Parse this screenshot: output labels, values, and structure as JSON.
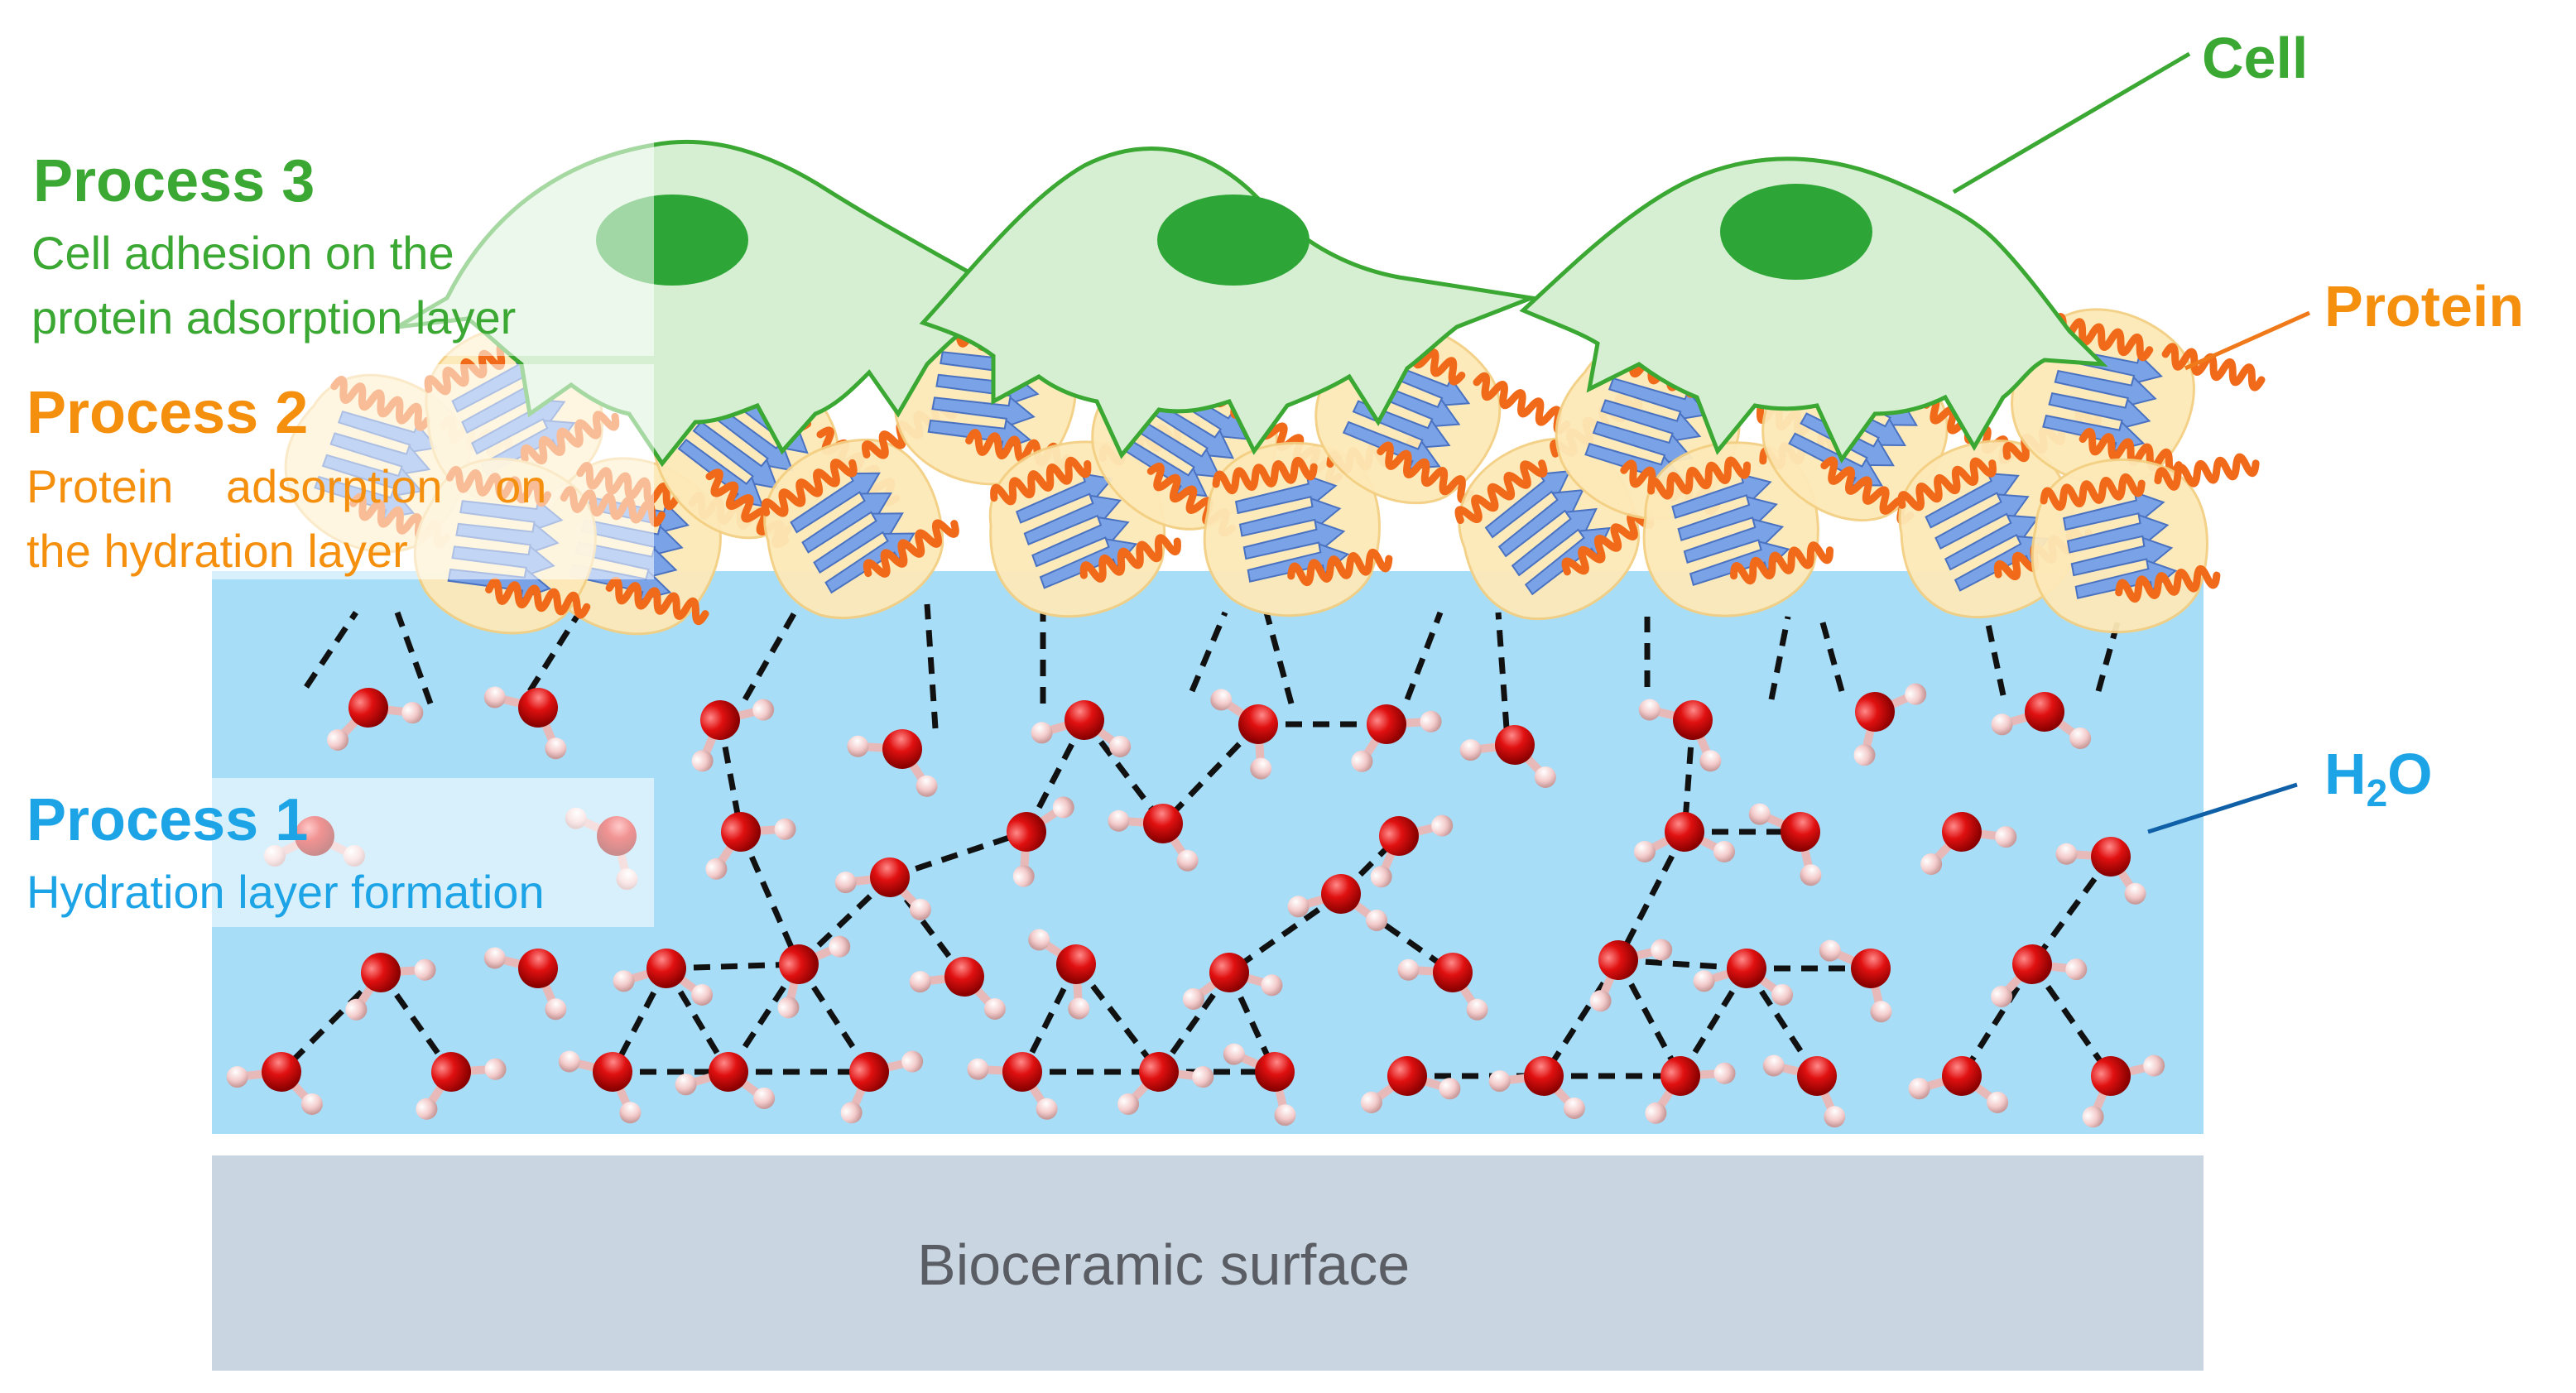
{
  "labels": {
    "cell": "Cell",
    "protein": "Protein",
    "water_h": "H",
    "water_sub": "2",
    "water_o": "O",
    "surface": "Bioceramic surface"
  },
  "processes": [
    {
      "title": "Process 3",
      "lines": [
        "Cell adhesion on the",
        "protein adsorption layer"
      ],
      "color": "#3aa832"
    },
    {
      "title": "Process 2",
      "lines": [
        "Protein adsorption on",
        "the hydration layer"
      ],
      "color": "#f5900f"
    },
    {
      "title": "Process 1",
      "lines": [
        "Hydration layer formation"
      ],
      "color": "#1ca4e6"
    }
  ],
  "colors": {
    "water_layer": "#a8ddf7",
    "surface": "#c9d6e2",
    "oxygen": "#e01010",
    "hydrogen": "#f4c8c8",
    "cell_body": "#d6efd3",
    "cell_outline": "#3aa832",
    "nucleus": "#2ea637",
    "protein_halo": "#fde9b8",
    "helix": "#f06a1a",
    "sheet": "#7aa2e6",
    "h2o_leader": "#1060a8"
  }
}
